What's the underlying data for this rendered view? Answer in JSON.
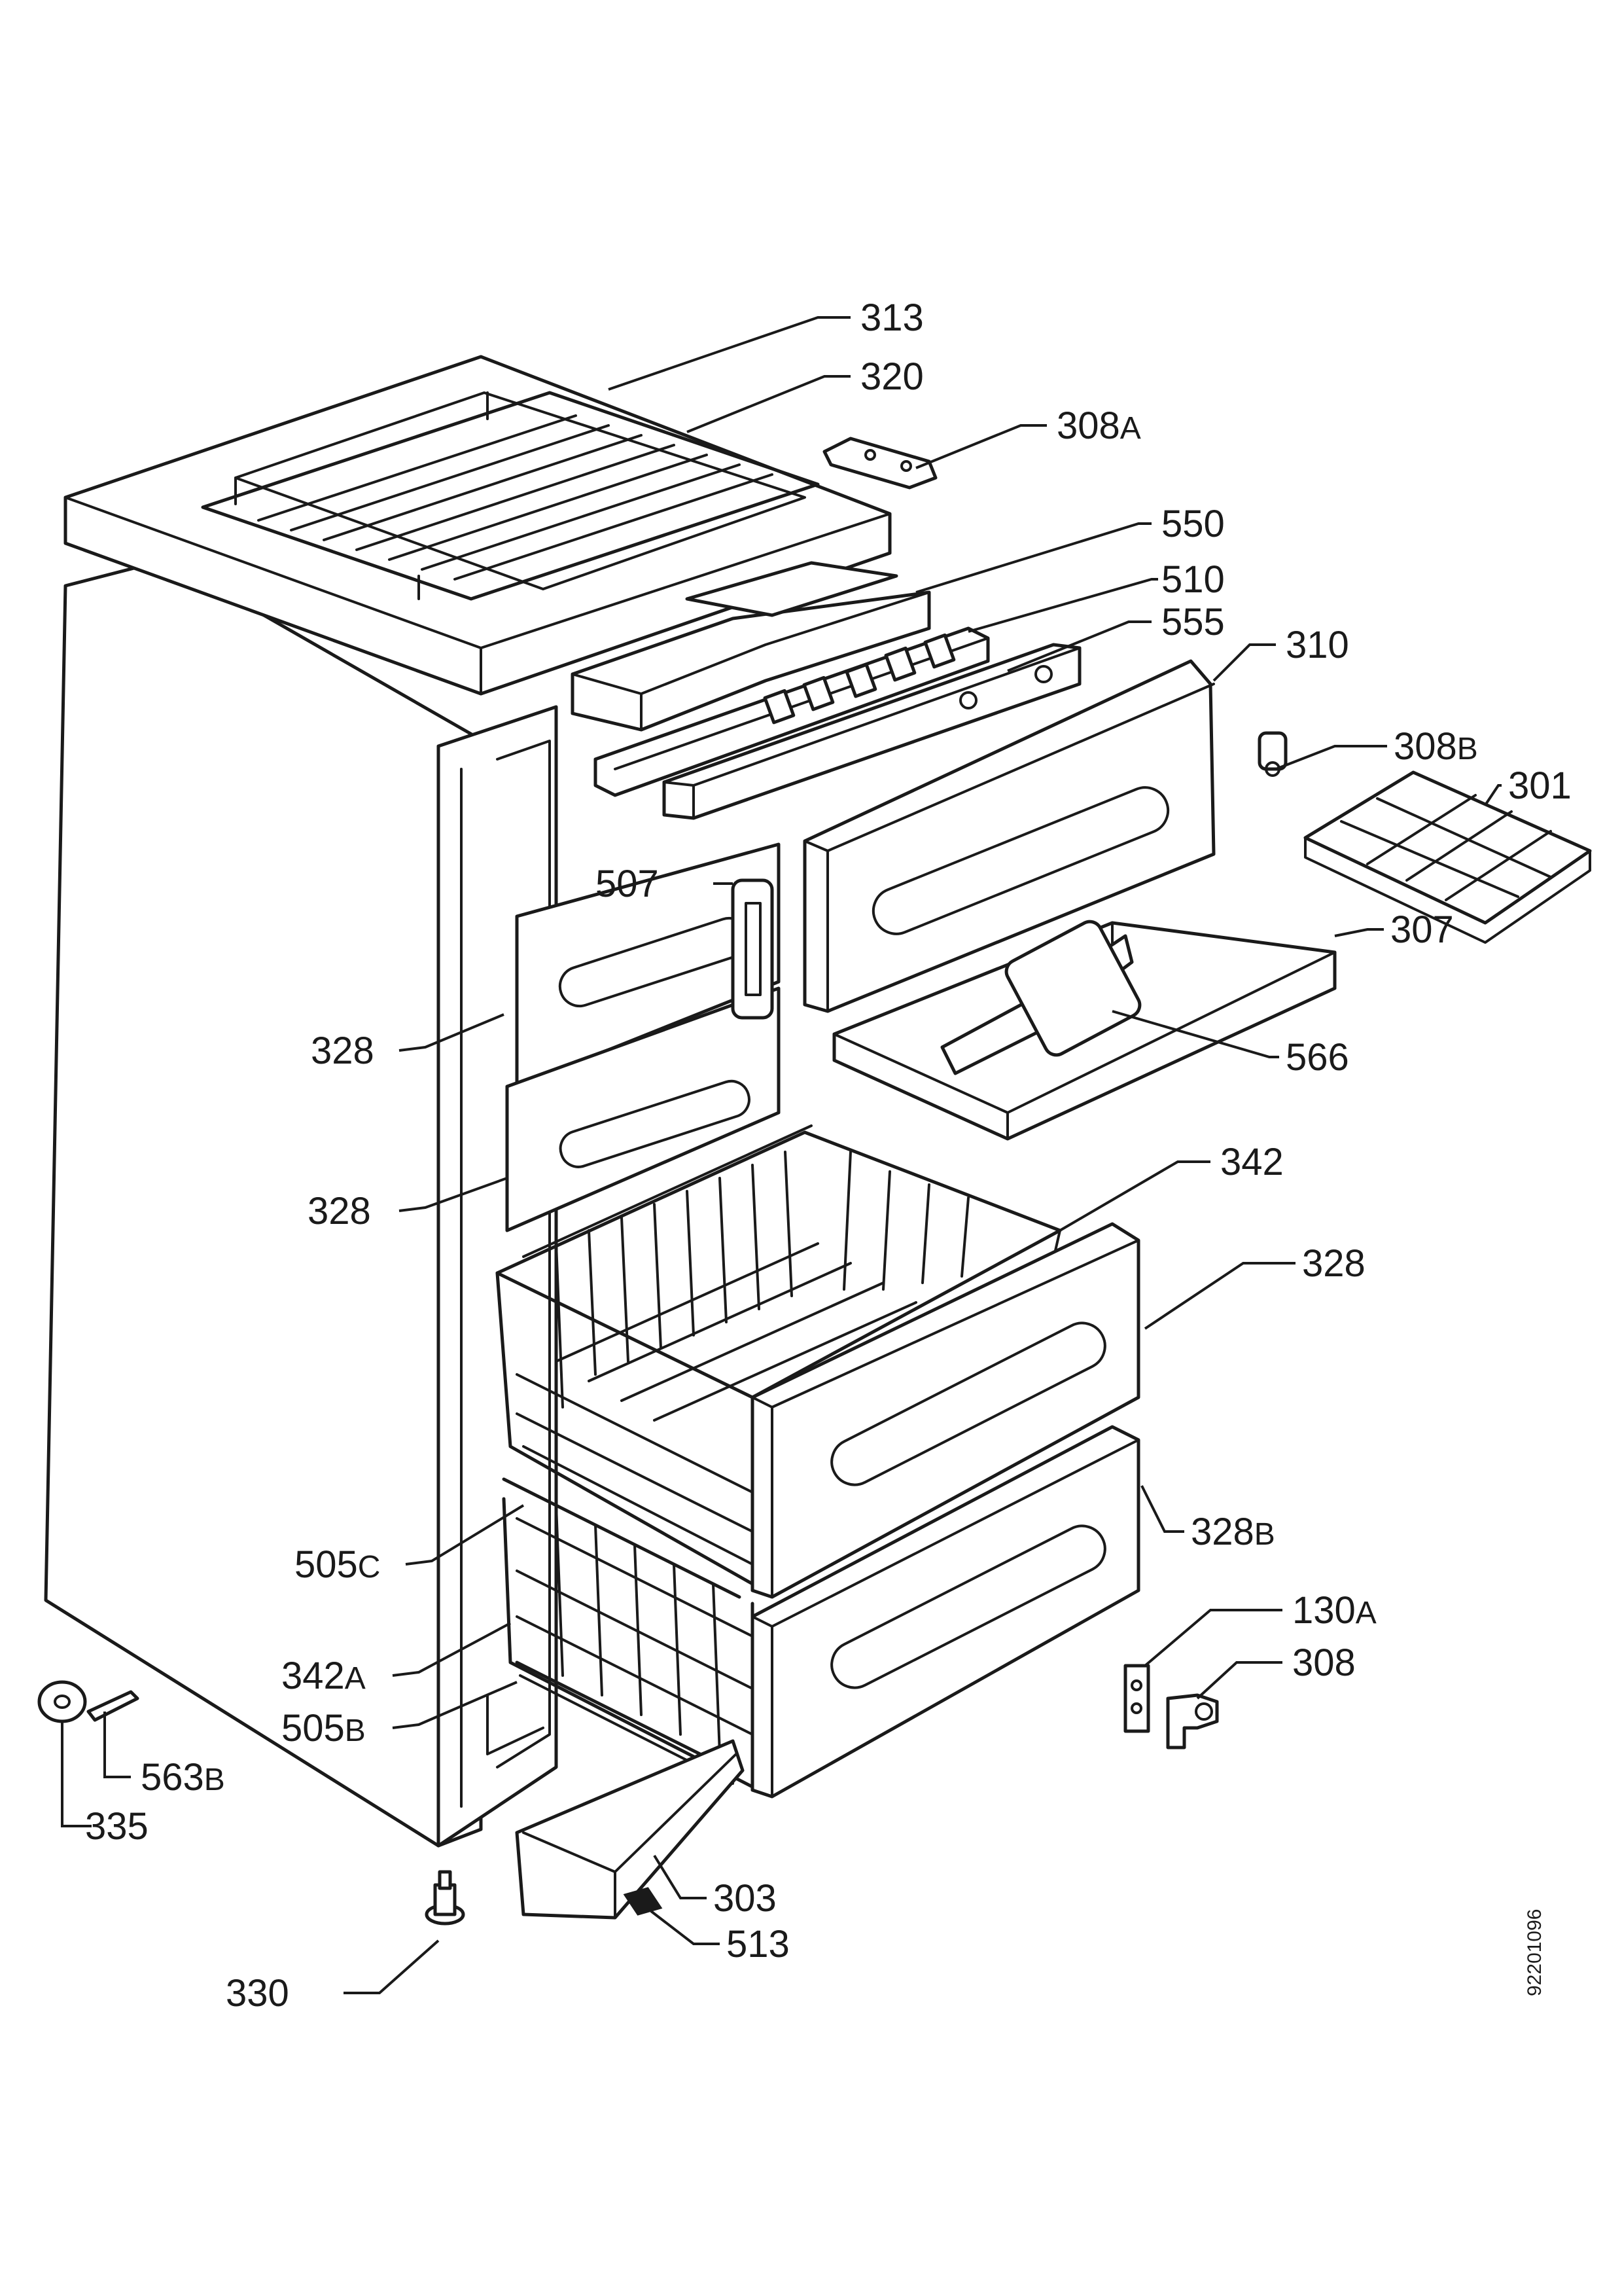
{
  "diagram": {
    "reference_number": "92201096",
    "callouts": [
      {
        "id": "313",
        "num": "313",
        "suffix": ""
      },
      {
        "id": "320",
        "num": "320",
        "suffix": ""
      },
      {
        "id": "308a",
        "num": "308",
        "suffix": "A"
      },
      {
        "id": "550",
        "num": "550",
        "suffix": ""
      },
      {
        "id": "510",
        "num": "510",
        "suffix": ""
      },
      {
        "id": "555",
        "num": "555",
        "suffix": ""
      },
      {
        "id": "310",
        "num": "310",
        "suffix": ""
      },
      {
        "id": "308b",
        "num": "308",
        "suffix": "B"
      },
      {
        "id": "301",
        "num": "301",
        "suffix": ""
      },
      {
        "id": "507",
        "num": "507",
        "suffix": ""
      },
      {
        "id": "307",
        "num": "307",
        "suffix": ""
      },
      {
        "id": "328-upper",
        "num": "328",
        "suffix": ""
      },
      {
        "id": "566",
        "num": "566",
        "suffix": ""
      },
      {
        "id": "342",
        "num": "342",
        "suffix": ""
      },
      {
        "id": "328-middle",
        "num": "328",
        "suffix": ""
      },
      {
        "id": "328-right",
        "num": "328",
        "suffix": ""
      },
      {
        "id": "328b",
        "num": "328",
        "suffix": "B"
      },
      {
        "id": "505c",
        "num": "505",
        "suffix": "C"
      },
      {
        "id": "130a",
        "num": "130",
        "suffix": "A"
      },
      {
        "id": "308",
        "num": "308",
        "suffix": ""
      },
      {
        "id": "342a",
        "num": "342",
        "suffix": "A"
      },
      {
        "id": "505b",
        "num": "505",
        "suffix": "B"
      },
      {
        "id": "563b",
        "num": "563",
        "suffix": "B"
      },
      {
        "id": "335",
        "num": "335",
        "suffix": ""
      },
      {
        "id": "303",
        "num": "303",
        "suffix": ""
      },
      {
        "id": "513",
        "num": "513",
        "suffix": ""
      },
      {
        "id": "330",
        "num": "330",
        "suffix": ""
      }
    ]
  }
}
